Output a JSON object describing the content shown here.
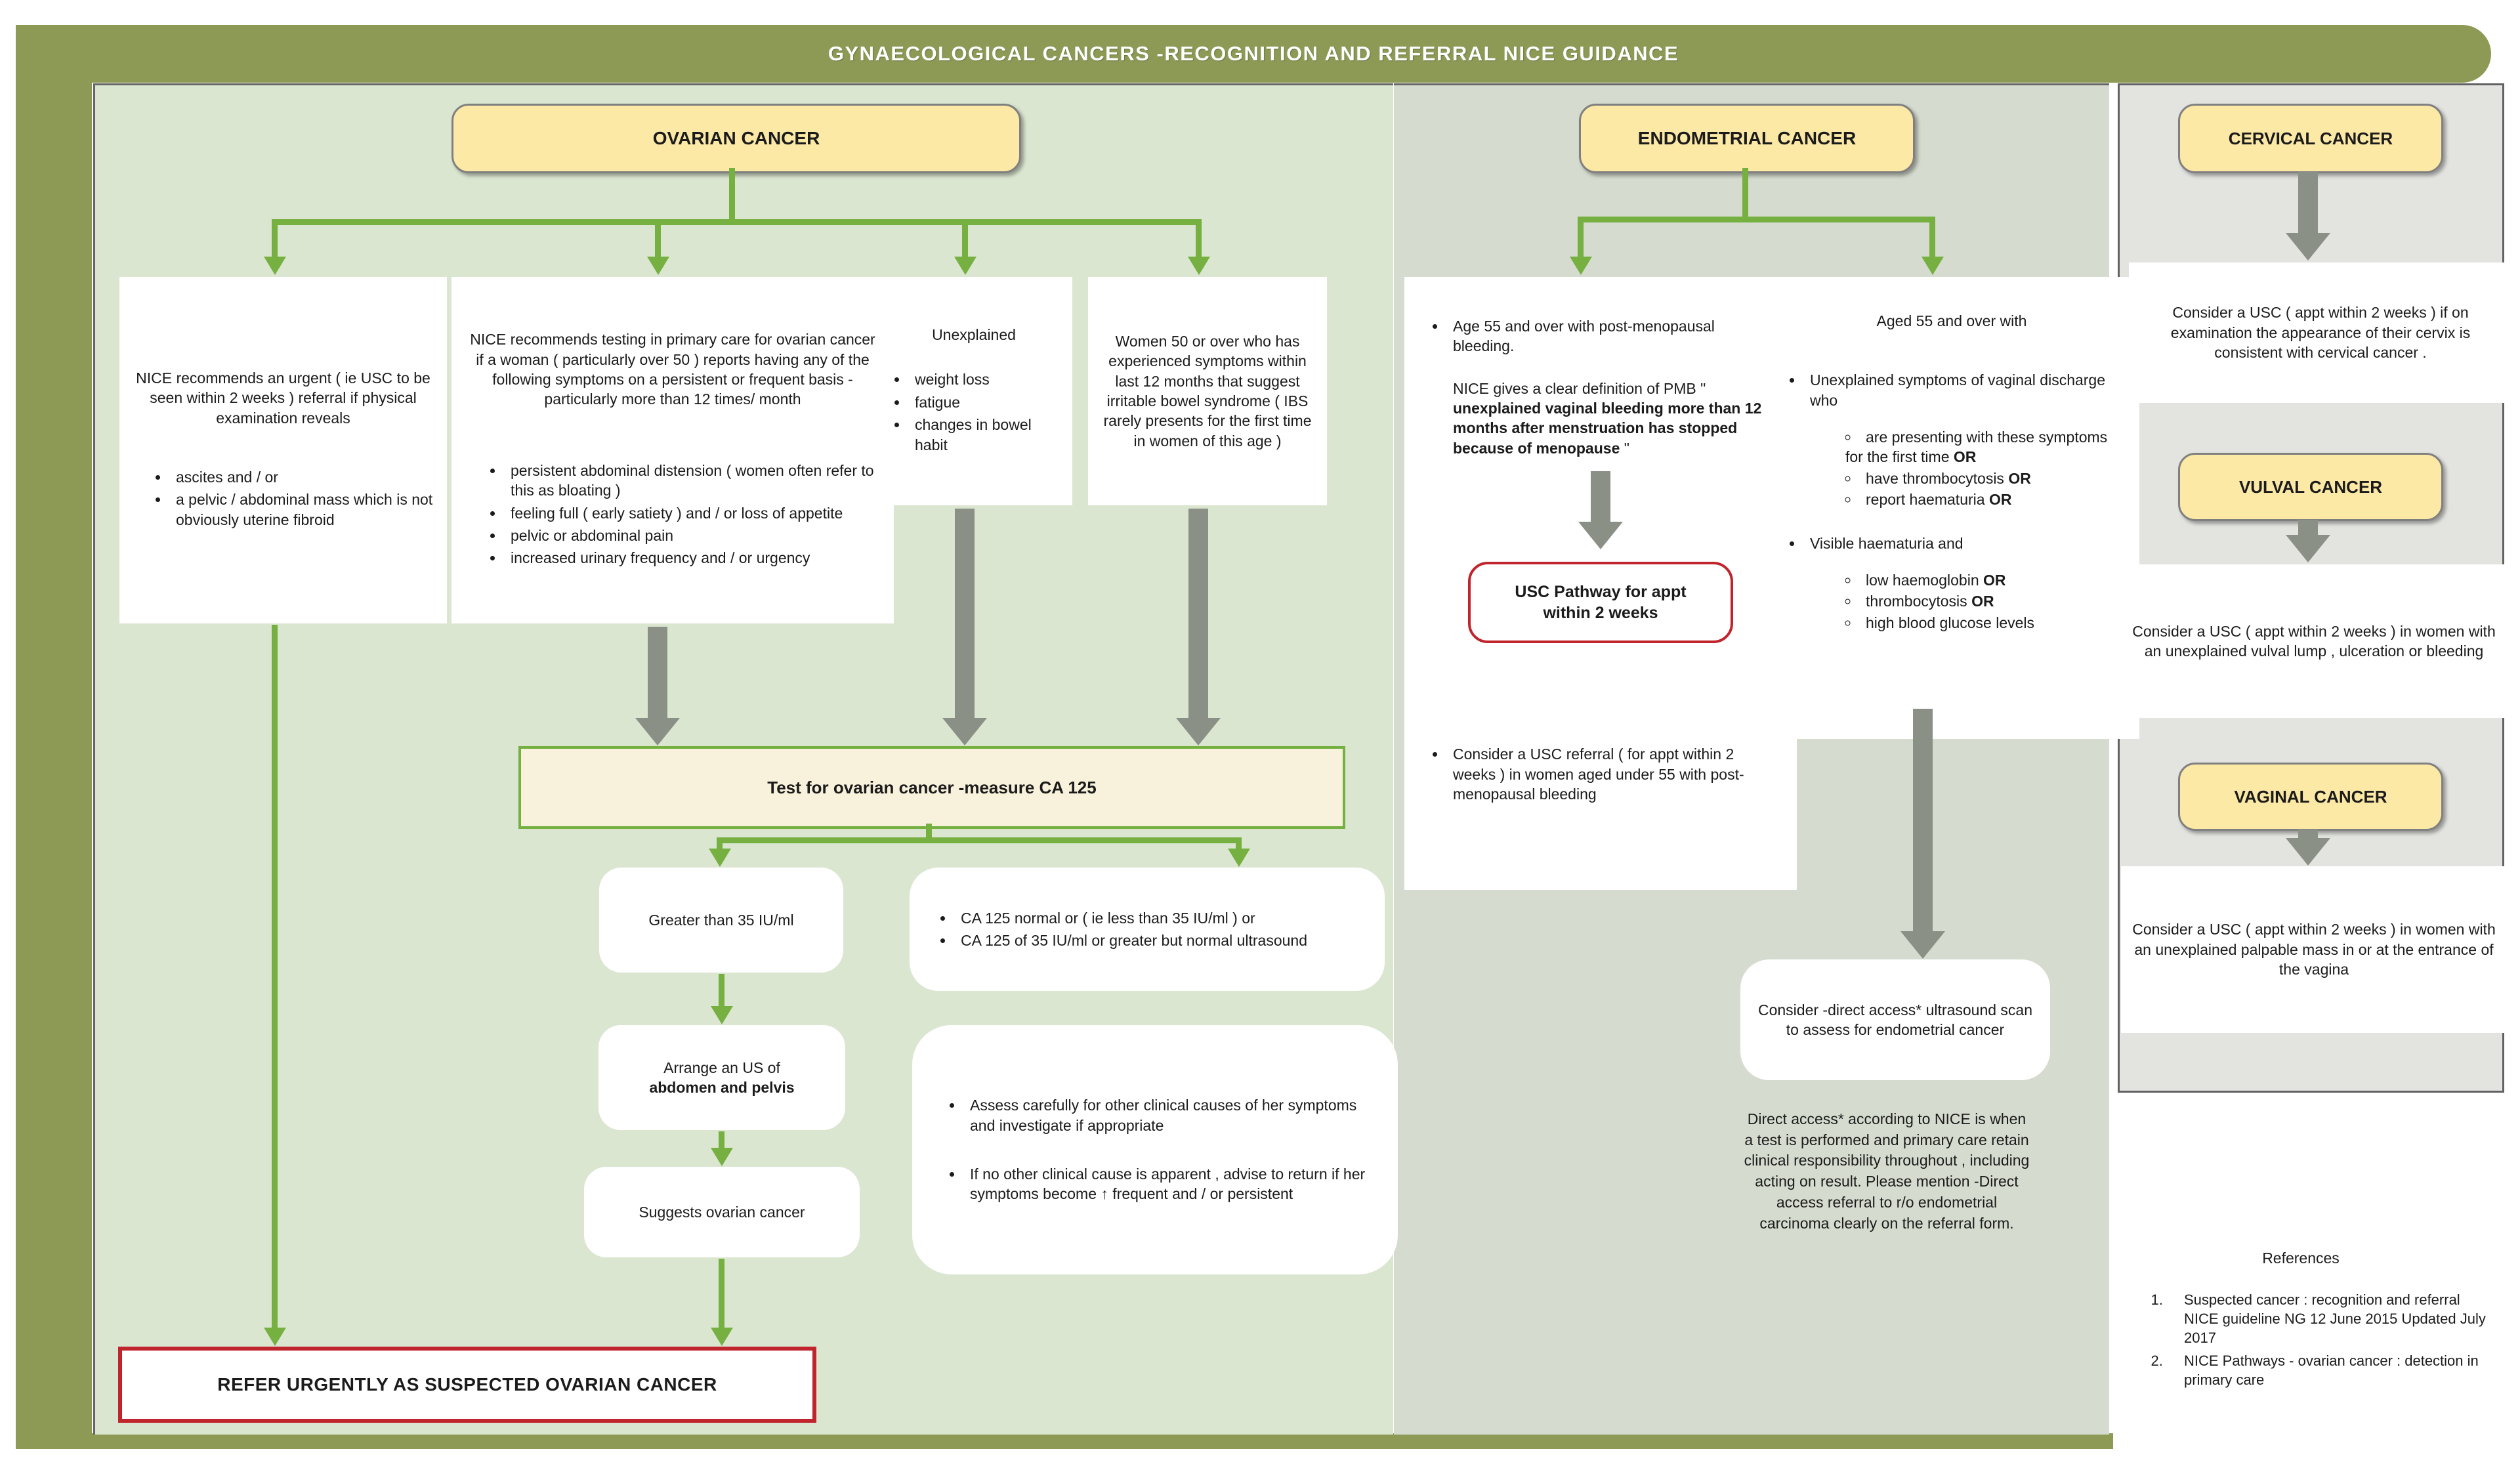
{
  "title": "GYNAECOLOGICAL CANCERS -RECOGNITION AND REFERRAL  NICE GUIDANCE",
  "colors": {
    "olive": "#8C9A55",
    "accent_green": "#75B041",
    "header_yellow": "#FCE9A6",
    "alert_red": "#C0242C"
  },
  "ovarian": {
    "header": "OVARIAN CANCER",
    "box1": {
      "intro": "NICE recommends an urgent ( ie USC to be seen within 2 weeks ) referral if physical examination reveals",
      "bullets": [
        "ascites and / or",
        "a pelvic / abdominal mass which is not obviously uterine fibroid"
      ]
    },
    "box2": {
      "intro": "NICE recommends testing in primary care for ovarian cancer if a woman ( particularly over 50 ) reports having any of the following symptoms on a persistent or frequent basis - particularly more than 12 times/ month",
      "bullets": [
        "persistent abdominal distension ( women often refer to this as bloating )",
        "feeling full ( early satiety ) and / or loss of appetite",
        "pelvic or abdominal pain",
        "increased urinary frequency and / or urgency"
      ]
    },
    "box3": {
      "title": "Unexplained",
      "bullets": [
        "weight loss",
        "fatigue",
        "changes in bowel habit"
      ]
    },
    "box4": {
      "text": "Women 50 or over who has experienced symptoms within last 12 months that suggest irritable bowel syndrome ( IBS rarely presents for the first time in women of this age )"
    },
    "test_box": "Test for ovarian cancer -measure CA 125",
    "gt35": "Greater than 35 IU/ml",
    "ca125": {
      "bullets": [
        "CA 125 normal or ( ie less than 35 IU/ml ) or",
        "CA 125 of 35 IU/ml or greater but normal ultrasound"
      ]
    },
    "arrange": {
      "line1": "Arrange an US of",
      "line2": "abdomen and pelvis"
    },
    "suggests": "Suggests ovarian cancer",
    "assess": {
      "bullets": [
        "Assess carefully for other clinical causes of her symptoms and investigate if appropriate",
        "If no other clinical cause is apparent , advise to return if her symptoms become ↑ frequent and / or persistent"
      ]
    },
    "refer": "REFER URGENTLY AS SUSPECTED OVARIAN CANCER"
  },
  "endometrial": {
    "header": "ENDOMETRIAL CANCER",
    "left": {
      "bullet1": "Age 55 and over with post-menopausal bleeding.",
      "pmb_prefix": "NICE gives a clear definition of PMB  \" ",
      "pmb_bold": "unexplained vaginal bleeding more than 12 months after menstruation has stopped because of menopause",
      "pmb_suffix": " \"",
      "usc_box": "USC Pathway for appt within 2 weeks",
      "bullet2": "Consider a USC referral ( for appt within 2 weeks ) in women aged under 55 with post-menopausal bleeding"
    },
    "right": {
      "title": "Aged 55 and over with",
      "b1": {
        "text": "Unexplained symptoms of vaginal discharge who",
        "subs": [
          {
            "text": "are presenting with these symptoms for the first time ",
            "or": "OR"
          },
          {
            "text": "have thrombocytosis ",
            "or": "OR"
          },
          {
            "text": "report haematuria ",
            "or": "OR"
          }
        ]
      },
      "b2": {
        "text": "Visible haematuria and",
        "subs": [
          {
            "text": "low haemoglobin ",
            "or": "OR"
          },
          {
            "text": "thrombocytosis ",
            "or": "OR"
          },
          {
            "text": "high blood glucose levels",
            "or": ""
          }
        ]
      }
    },
    "consider_box": "Consider -direct access* ultrasound scan to assess for endometrial cancer",
    "note": "Direct access* according to NICE is when a test is performed and primary care retain clinical responsibility throughout , including acting on result. Please mention -Direct access referral to r/o endometrial carcinoma clearly on the referral form."
  },
  "cervical": {
    "header": "CERVICAL CANCER",
    "text": "Consider a USC ( appt within 2 weeks ) if on examination the appearance of their cervix is consistent with cervical cancer ."
  },
  "vulval": {
    "header": "VULVAL CANCER",
    "text": "Consider a USC ( appt within 2 weeks ) in women with an unexplained vulval lump , ulceration or bleeding"
  },
  "vaginal": {
    "header": "VAGINAL CANCER",
    "text": "Consider a USC ( appt within 2 weeks ) in women with an unexplained palpable mass in or at the entrance of the vagina"
  },
  "references": {
    "title": "References",
    "items": [
      "Suspected cancer : recognition and referral NICE guideline NG 12 June 2015 Updated July 2017",
      "NICE Pathways - ovarian cancer : detection in primary care"
    ]
  }
}
